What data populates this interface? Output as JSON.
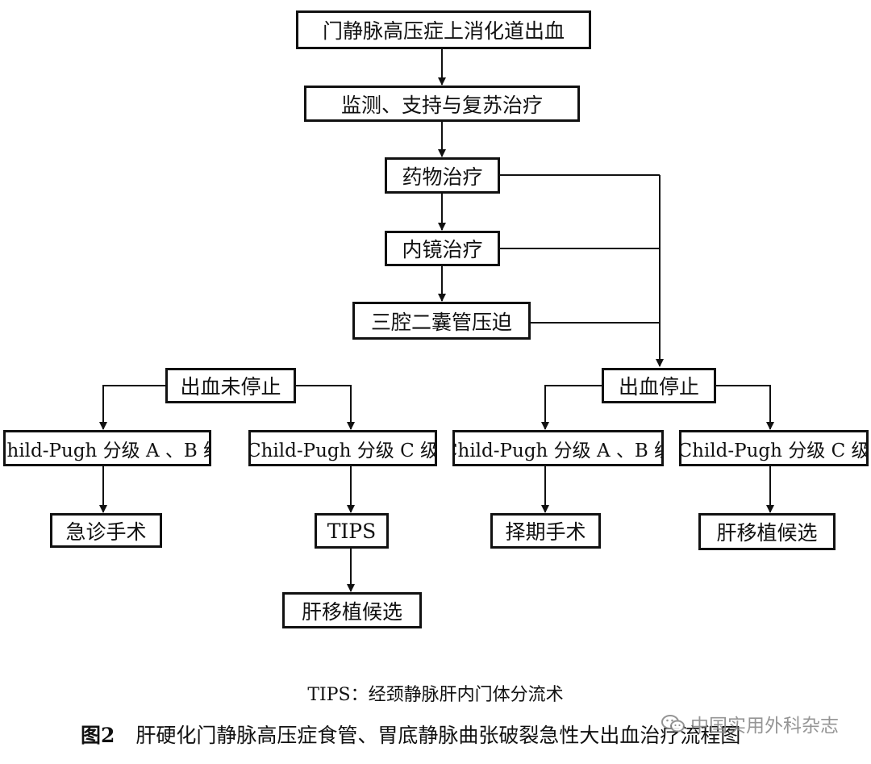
{
  "nodes": {
    "root": "门静脉高压症上消化道出血",
    "monitor": "监测、支持与复苏治疗",
    "drug": "药物治疗",
    "endoscopy": "内镜治疗",
    "balloon": "三腔二囊管压迫",
    "not_stopped": "出血未停止",
    "stopped": "出血停止",
    "ns_ab": "Child-Pugh 分级 A 、B 级",
    "ns_c": "Child-Pugh 分级 C 级",
    "s_ab": "Child-Pugh 分级 A 、B 级",
    "s_c": "Child-Pugh 分级 C 级",
    "emergency_surgery": "急诊手术",
    "tips": "TIPS",
    "ns_transplant": "肝移植候选",
    "elective_surgery": "择期手术",
    "s_transplant": "肝移植候选"
  },
  "note": "TIPS：经颈静脉肝内门体分流术",
  "caption": {
    "figure_label": "图2",
    "title": "肝硬化门静脉高压症食管、胃底静脉曲张破裂急性大出血治疗流程图"
  },
  "watermark": {
    "icon": "wechat-icon",
    "text": "中国实用外科杂志"
  }
}
